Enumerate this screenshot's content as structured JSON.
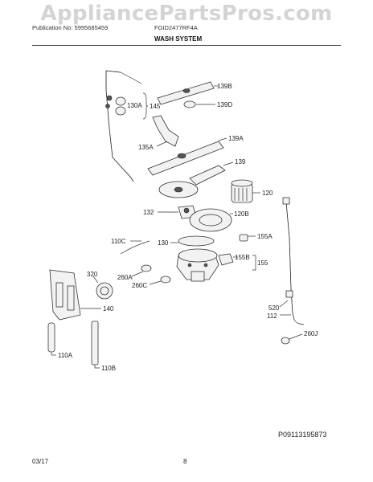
{
  "header": {
    "watermark": "AppliancePartsPros.com",
    "publication": "Publication No: 5995685459",
    "model": "FGID2477RF4A",
    "section_title": "WASH SYSTEM"
  },
  "labels": {
    "p139B": "139B",
    "p145": "145",
    "p130A": "130A",
    "p139D": "139D",
    "p135A": "135A",
    "p139A": "139A",
    "p139": "139",
    "p120": "120",
    "p132": "132",
    "p120B": "120B",
    "p110C": "110C",
    "p130": "130",
    "p155A": "155A",
    "p155B": "155B",
    "p155": "155",
    "p320": "320",
    "p260A": "260A",
    "p260C": "260C",
    "p140": "140",
    "p520": "520",
    "p112": "112",
    "p260J": "260J",
    "p110A": "110A",
    "p110B": "110B"
  },
  "footer": {
    "drawing_no": "P09113195873",
    "date": "03/17",
    "page": "8"
  }
}
